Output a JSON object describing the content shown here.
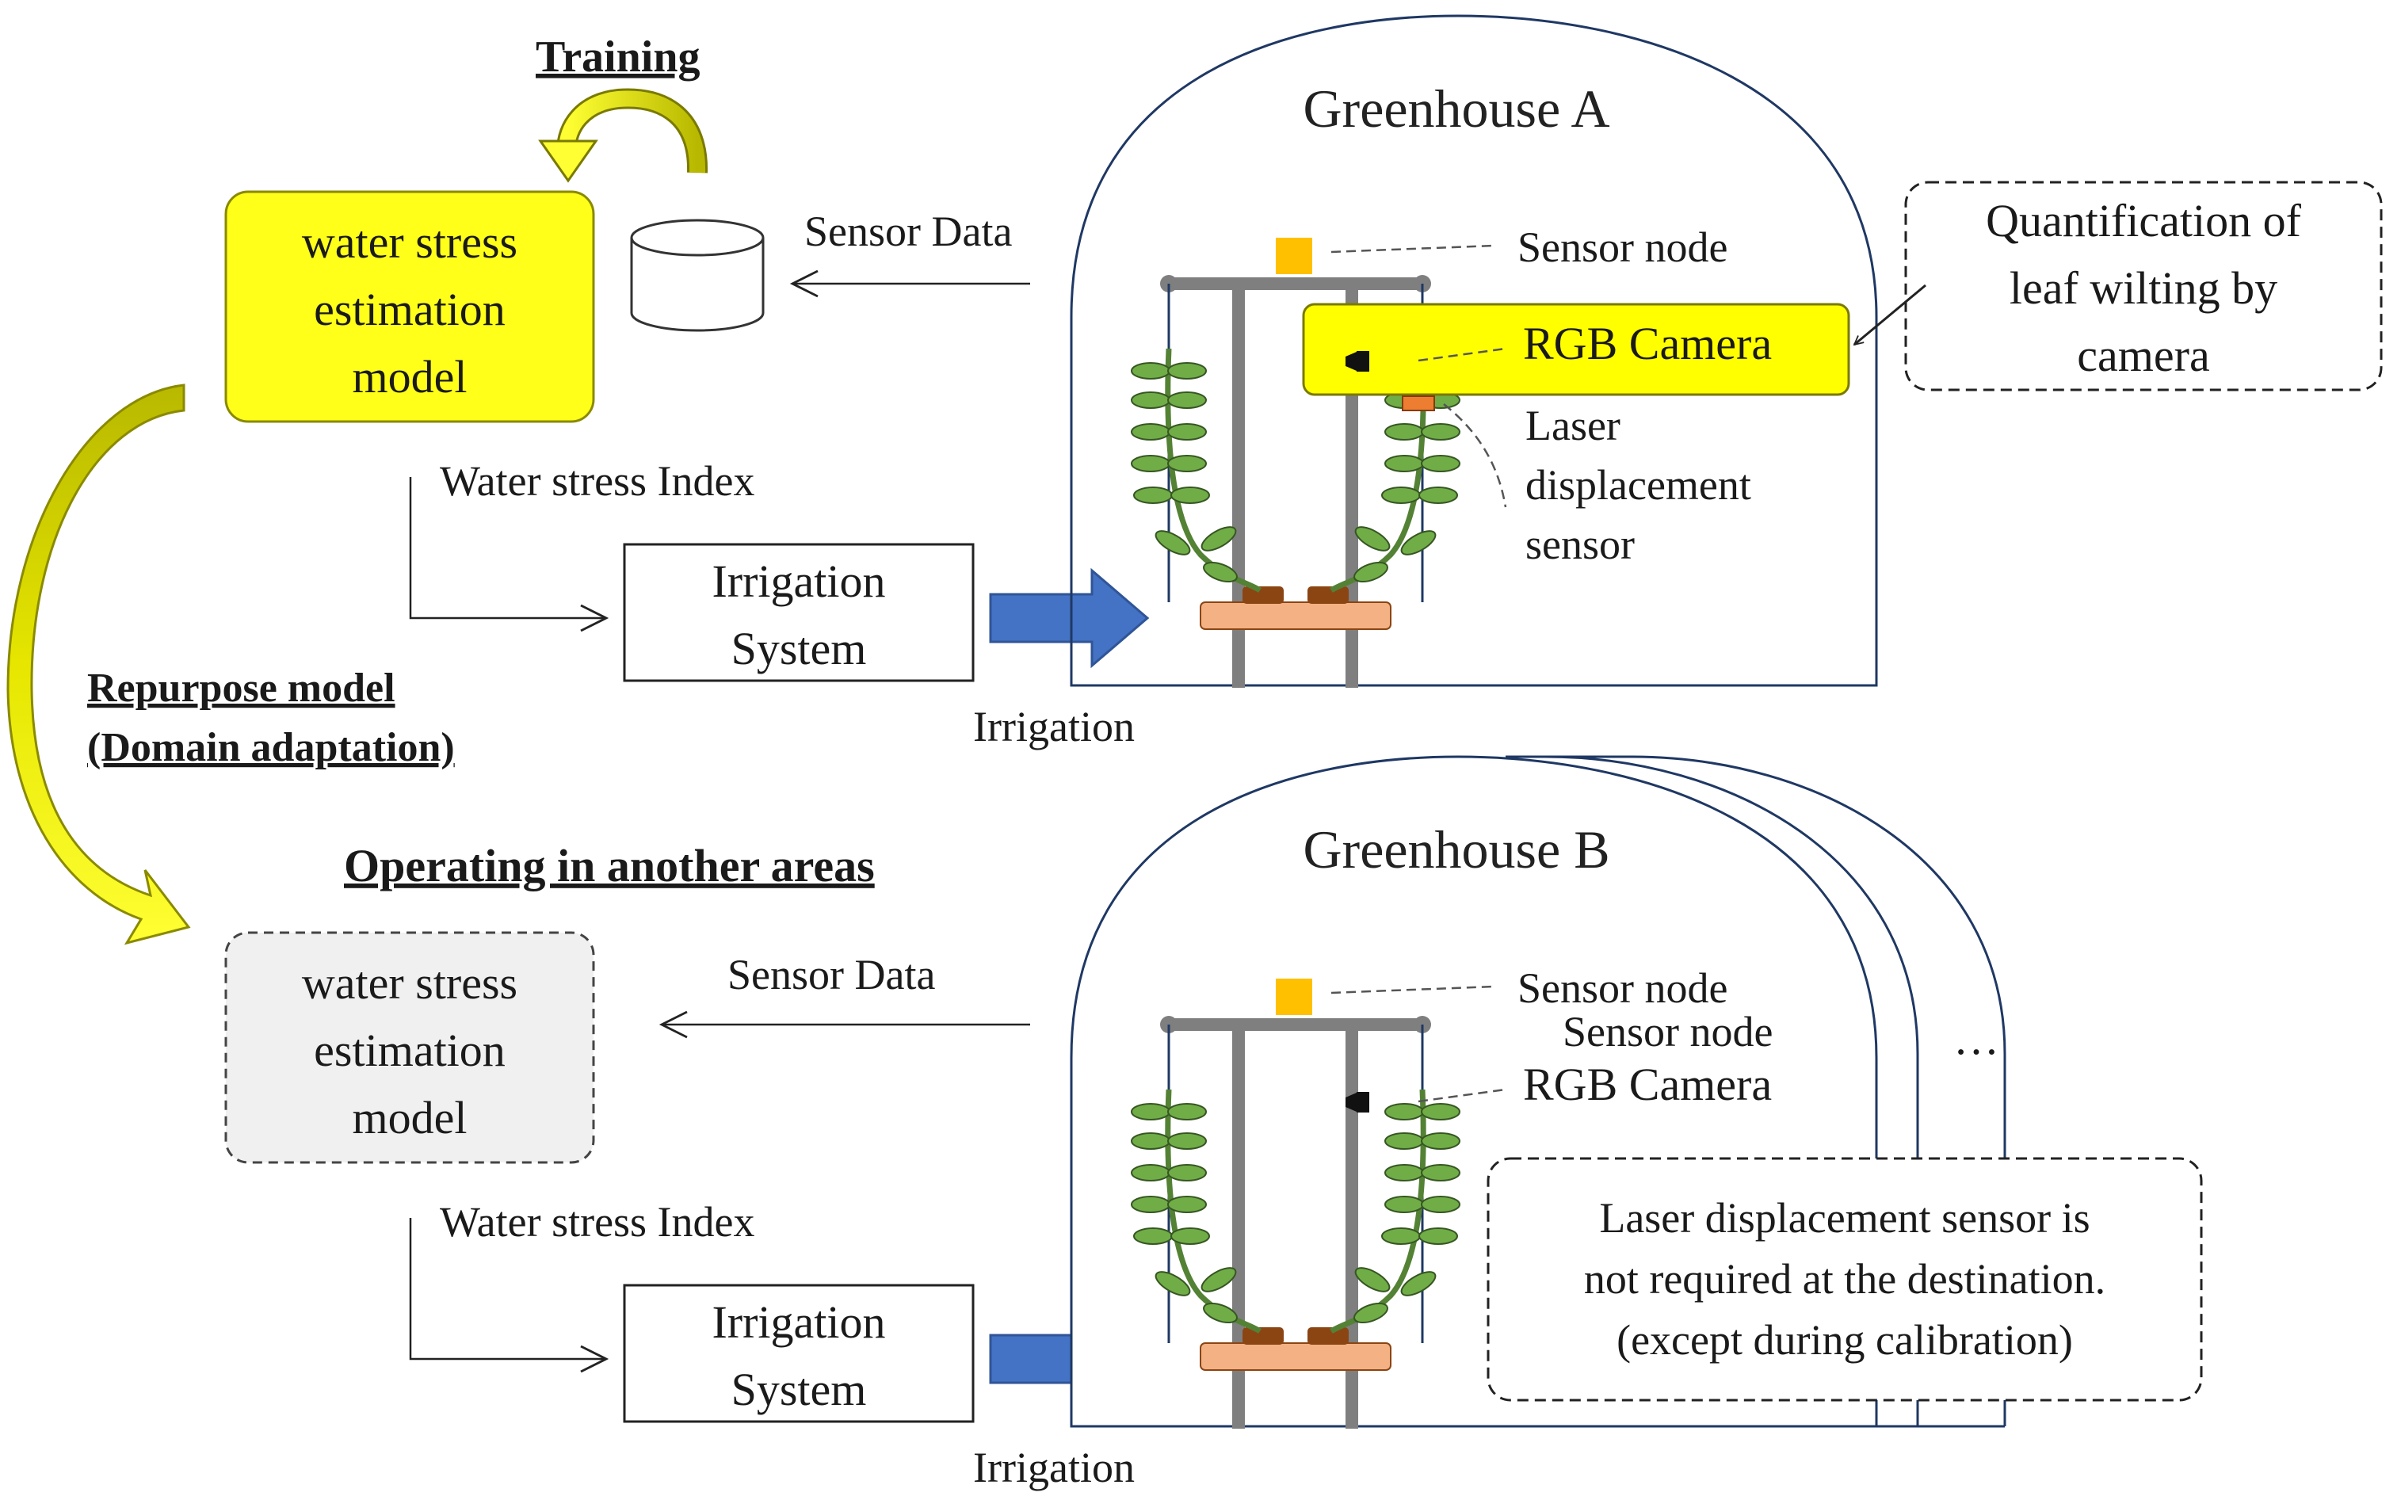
{
  "colors": {
    "highlight_yellow": "#ffff00",
    "box_yellow": "#ffff1a",
    "arrow_yellow": "#ffff4d",
    "arrow_olive": "#c8c800",
    "irrigation_blue": "#4472c4",
    "plant_green": "#70ad47",
    "sensor_orange": "#ffc000",
    "pot_brown": "#8b4513",
    "tray_peach": "#f4b183",
    "inactive_gray": "#f0f0f0"
  },
  "headings": {
    "training": "Training",
    "repurpose_line1": "Repurpose model",
    "repurpose_line2": "(Domain adaptation)",
    "operating": "Operating in another areas"
  },
  "top_section": {
    "model_box": [
      "water stress",
      "estimation",
      "model"
    ],
    "sensor_data": "Sensor Data",
    "water_stress_index": "Water stress Index",
    "irrigation_system": [
      "Irrigation",
      "System"
    ],
    "irrigation": "Irrigation",
    "greenhouse_title": "Greenhouse A",
    "sensor_node": "Sensor node",
    "rgb_camera": "RGB Camera",
    "laser_sensor": [
      "Laser",
      "displacement",
      "sensor"
    ],
    "callout": [
      "Quantification of",
      "leaf wilting by",
      "camera"
    ]
  },
  "bottom_section": {
    "model_box": [
      "water stress",
      "estimation",
      "model"
    ],
    "sensor_data": "Sensor Data",
    "water_stress_index": "Water stress Index",
    "irrigation_system": [
      "Irrigation",
      "System"
    ],
    "irrigation": "Irrigation",
    "greenhouse_title": "Greenhouse B",
    "sensor_node": "Sensor node",
    "sensor_node_2": "Sensor node",
    "rgb_camera": "RGB Camera",
    "ellipsis": "…",
    "note": [
      "Laser displacement sensor is",
      "not required at the destination.",
      "(except during calibration)"
    ]
  },
  "icons": {
    "database": "database-icon",
    "training_loop": "circular-arrow-icon",
    "domain_adaptation": "curved-arrow-icon",
    "irrigation_flow": "block-arrow-right-icon",
    "camera": "camera-icon",
    "plant": "climbing-plant-icon"
  }
}
